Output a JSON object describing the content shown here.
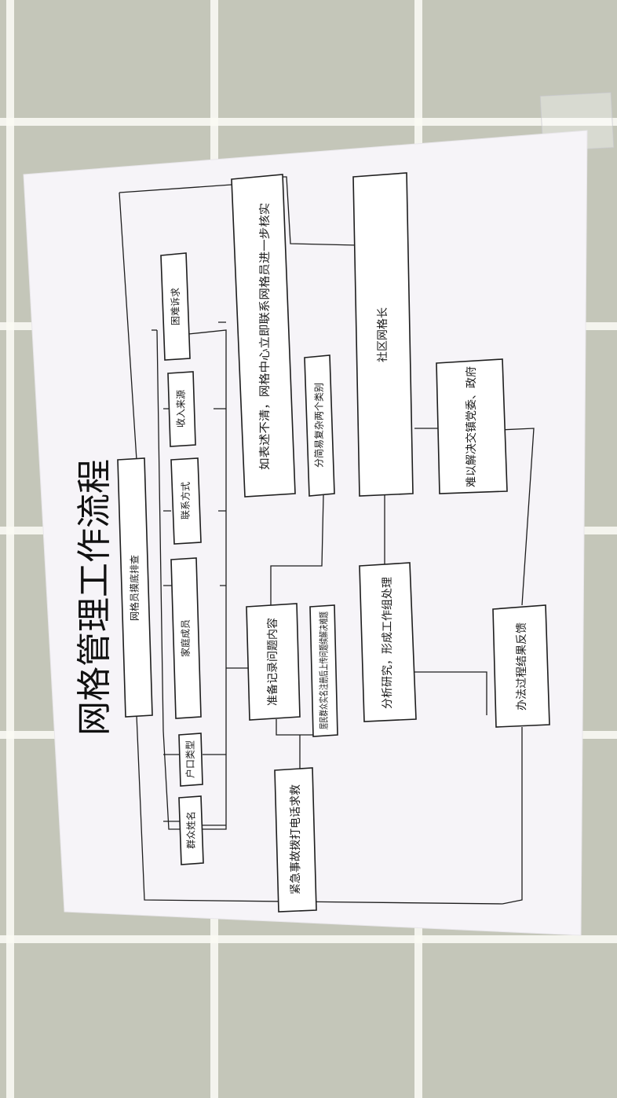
{
  "diagram": {
    "title": "网格管理工作流程",
    "nodes": {
      "inspect": "网格员摸底排查",
      "name": "群众姓名",
      "hukou": "户口类型",
      "family": "家庭成员",
      "contact": "联系方式",
      "income": "收入来源",
      "difficulty": "困难诉求",
      "record": "准备记录问题内容",
      "upload": "居民群众实名注册后上传问题续解决难题",
      "emergency": "紧急事故拨打电话求救",
      "verify": "如表述不清，网格中心立即联系网格员进一步核实",
      "classify": "分简易复杂两个类别",
      "leader": "社区网格长",
      "analyze": "分析研究，形成工作组处理",
      "hard": "难以解决交镇党委、政府",
      "feedback": "办法过程结果反馈"
    }
  }
}
